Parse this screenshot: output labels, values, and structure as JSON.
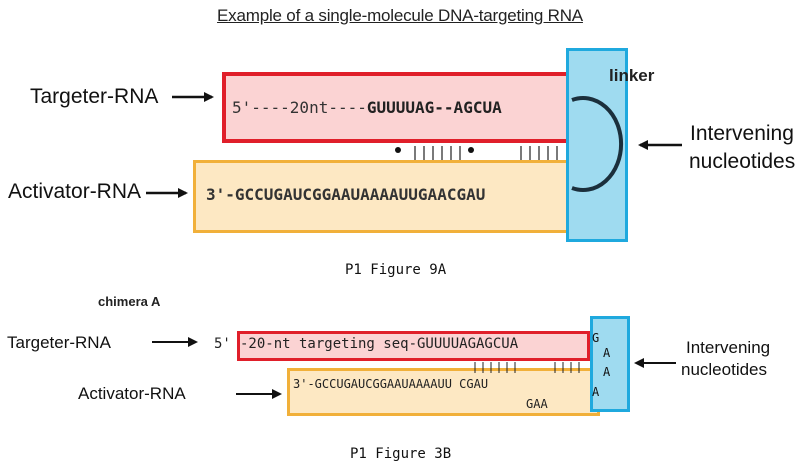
{
  "figA": {
    "title": "Example of a single-molecule DNA-targeting RNA",
    "targeter_label": "Targeter-RNA",
    "activator_label": "Activator-RNA",
    "intervening_line1": "Intervening",
    "intervening_line2": "nucleotides",
    "linker_label": "linker",
    "targeter_seq_prefix": "5'----20nt----",
    "targeter_seq_bold": "GUUUUAG--AGCUA",
    "activator_seq": "3'-GCCUGAUCGGAAUAAAAUUGAACGAU",
    "caption": "P1 Figure 9A"
  },
  "figB": {
    "chimera_label": "chimera A",
    "targeter_label": "Targeter-RNA",
    "activator_label": "Activator-RNA",
    "intervening_line1": "Intervening",
    "intervening_line2": "nucleotides",
    "targeter_prefix": "5'",
    "targeter_seq": "-20-nt targeting seq-GUUUUAGAGCUA",
    "activator_seq": "3'-GCCUGAUCGGAAUAAAAUU CGAU",
    "bulge": "GAA",
    "loop_g": "G",
    "loop_a1": "A",
    "loop_a2": "A",
    "loop_a3": "A",
    "caption": "P1 Figure 3B"
  }
}
